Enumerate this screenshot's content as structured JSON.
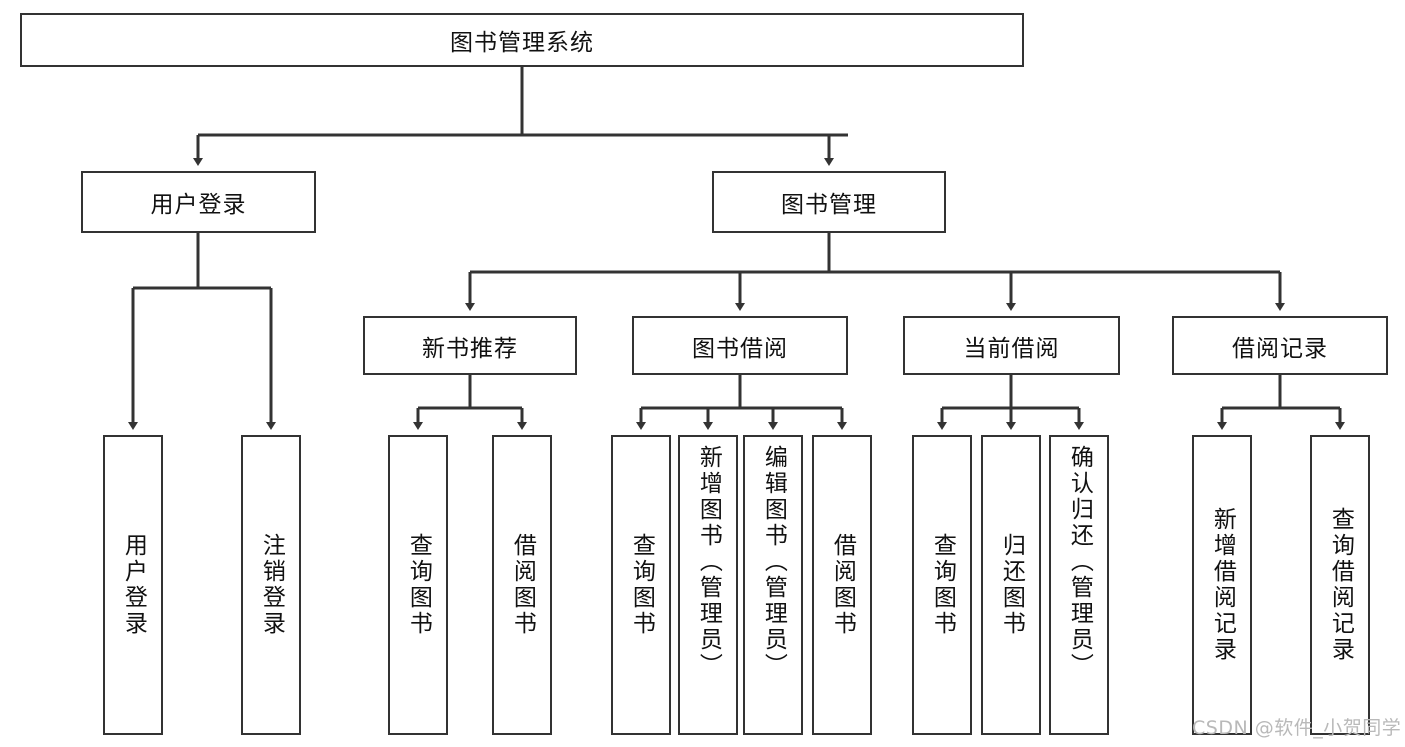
{
  "diagram": {
    "type": "tree",
    "title": "图书管理系统",
    "root": {
      "label": "图书管理系统"
    },
    "level2": [
      {
        "label": "用户登录"
      },
      {
        "label": "图书管理"
      }
    ],
    "level3": [
      {
        "label": "新书推荐"
      },
      {
        "label": "图书借阅"
      },
      {
        "label": "当前借阅"
      },
      {
        "label": "借阅记录"
      }
    ],
    "leaves": {
      "user_login": [
        {
          "label": "用户登录"
        },
        {
          "label": "注销登录"
        }
      ],
      "new_book_recommend": [
        {
          "label": "查询图书"
        },
        {
          "label": "借阅图书"
        }
      ],
      "book_borrow": [
        {
          "label": "查询图书"
        },
        {
          "label": "新增图书（管理员）"
        },
        {
          "label": "编辑图书（管理员）"
        },
        {
          "label": "借阅图书"
        }
      ],
      "current_borrow": [
        {
          "label": "查询图书"
        },
        {
          "label": "归还图书"
        },
        {
          "label": "确认归还（管理员）"
        }
      ],
      "borrow_records": [
        {
          "label": "新增借阅记录"
        },
        {
          "label": "查询借阅记录"
        }
      ]
    }
  },
  "watermark": {
    "text": "CSDN @软件_小贺同学"
  },
  "colors": {
    "stroke": "#333333",
    "fill": "#ffffff",
    "text": "#111111",
    "watermark": "#b9b9b9"
  }
}
